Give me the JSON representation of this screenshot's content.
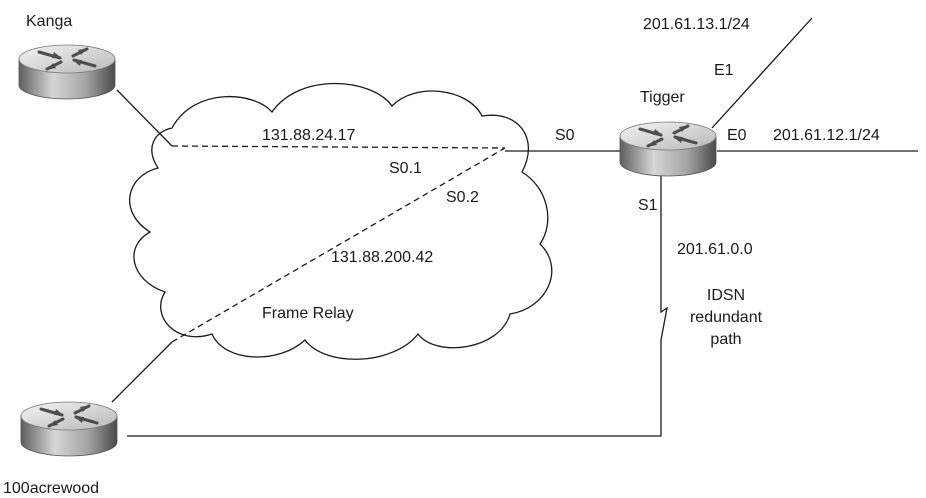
{
  "routers": {
    "kanga": {
      "name": "Kanga"
    },
    "tigger": {
      "name": "Tigger"
    },
    "acrewood": {
      "name": "100acrewood"
    }
  },
  "cloud": {
    "label": "Frame Relay"
  },
  "labels": {
    "kanga_ip": "131.88.24.17",
    "s0_1": "S0.1",
    "s0_2": "S0.2",
    "acrewood_ip": "131.88.200.42",
    "s0": "S0",
    "s1": "S1",
    "e0": "E0",
    "e1": "E1",
    "e0_net": "201.61.12.1/24",
    "e1_net": "201.61.13.1/24",
    "isdn_net": "201.61.0.0",
    "isdn_path": [
      "IDSN",
      "redundant",
      "path"
    ]
  }
}
